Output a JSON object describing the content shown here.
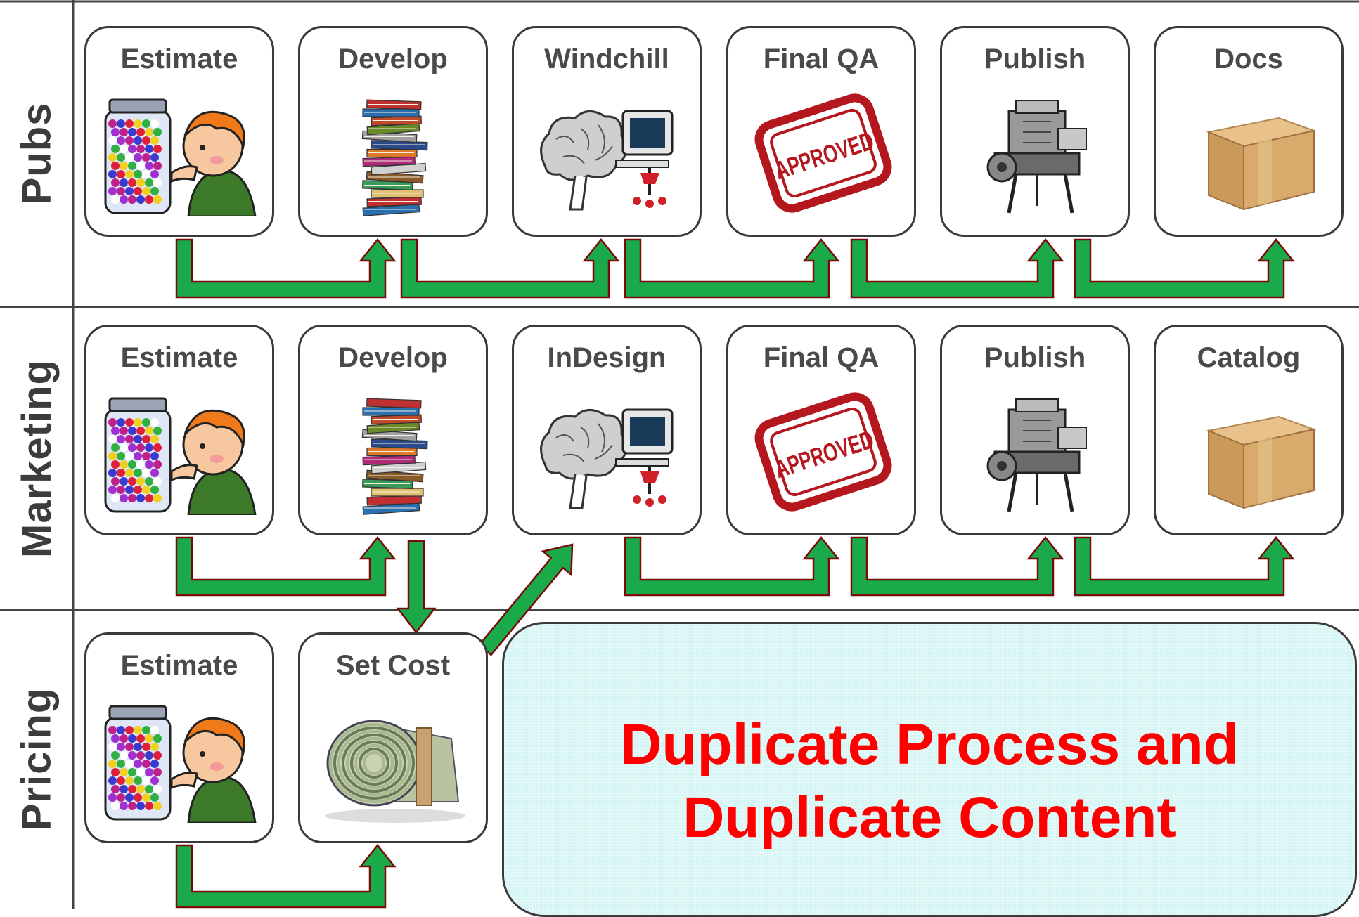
{
  "lanes": [
    {
      "label": "Pubs",
      "steps": [
        {
          "title": "Estimate",
          "icon": "candy-jar-guess-icon"
        },
        {
          "title": "Develop",
          "icon": "book-stack-icon"
        },
        {
          "title": "Windchill",
          "icon": "brain-computer-icon"
        },
        {
          "title": "Final QA",
          "icon": "approved-stamp-icon"
        },
        {
          "title": "Publish",
          "icon": "printing-press-icon"
        },
        {
          "title": "Docs",
          "icon": "cardboard-box-icon"
        }
      ]
    },
    {
      "label": "Marketing",
      "steps": [
        {
          "title": "Estimate",
          "icon": "candy-jar-guess-icon"
        },
        {
          "title": "Develop",
          "icon": "book-stack-icon"
        },
        {
          "title": "InDesign",
          "icon": "brain-computer-icon"
        },
        {
          "title": "Final QA",
          "icon": "approved-stamp-icon"
        },
        {
          "title": "Publish",
          "icon": "printing-press-icon"
        },
        {
          "title": "Catalog",
          "icon": "cardboard-box-icon"
        }
      ]
    },
    {
      "label": "Pricing",
      "steps": [
        {
          "title": "Estimate",
          "icon": "candy-jar-guess-icon"
        },
        {
          "title": "Set Cost",
          "icon": "money-roll-icon"
        }
      ]
    }
  ],
  "callout": {
    "line1": "Duplicate Process and",
    "line2": "Duplicate Content"
  },
  "stamp_text": "APPROVED",
  "colors": {
    "arrow_fill": "#1aaa4a",
    "arrow_stroke": "#7a0a0a",
    "callout_text": "#ff0000",
    "callout_bg": "#d6f5f5",
    "stamp": "#b5171f"
  }
}
